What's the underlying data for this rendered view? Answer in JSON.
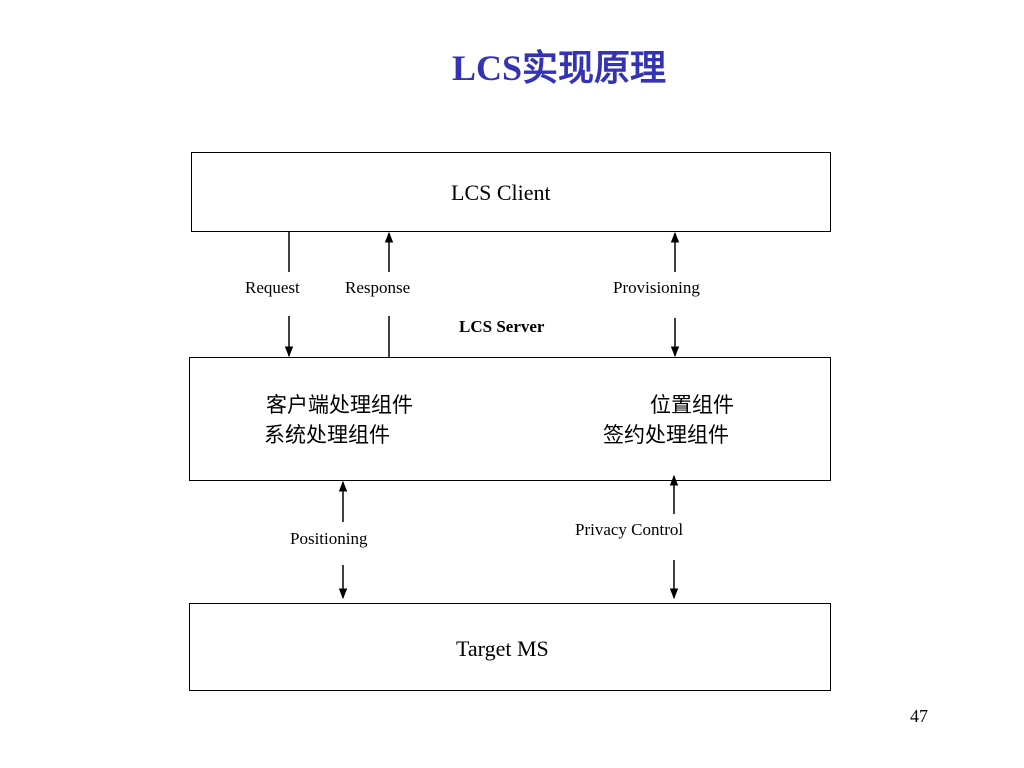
{
  "slide": {
    "title": "LCS实现原理",
    "title_color": "#3333b3",
    "page_number": "47"
  },
  "boxes": {
    "client": {
      "label": "LCS Client"
    },
    "server": {
      "label": "LCS Server",
      "components": {
        "client_processing": "客户端处理组件",
        "system_processing": "系统处理组件",
        "positioning_component": "位置组件",
        "subscription_processing": "签约处理组件"
      }
    },
    "target": {
      "label": "Target MS"
    }
  },
  "links": {
    "request": "Request",
    "response": "Response",
    "provisioning": "Provisioning",
    "positioning": "Positioning",
    "privacy_control": "Privacy Control"
  }
}
